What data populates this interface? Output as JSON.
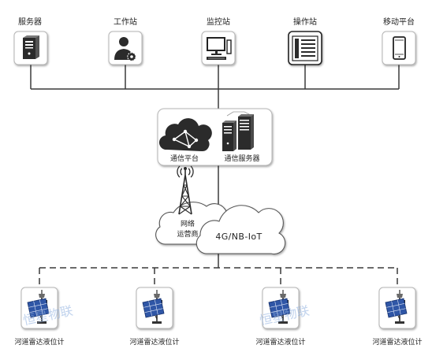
{
  "top_nodes": [
    {
      "label": "服务器",
      "icon": "server-icon"
    },
    {
      "label": "工作站",
      "icon": "workstation-user-icon"
    },
    {
      "label": "监控站",
      "icon": "desktop-computer-icon"
    },
    {
      "label": "操作站",
      "icon": "operation-list-icon"
    },
    {
      "label": "移动平台",
      "icon": "mobile-phone-icon"
    }
  ],
  "comm_box": {
    "platform_label": "通信平台",
    "platform_icon": "network-cloud-icon",
    "server_label": "通信服务器",
    "server_icon": "server-rack-icon"
  },
  "network": {
    "tower_icon": "cell-tower-icon",
    "operator_line1": "网络",
    "operator_line2": "运营商",
    "protocol_label": "4G/NB-IoT"
  },
  "devices": [
    {
      "label": "河道雷达液位计",
      "icon": "radar-level-sensor-icon"
    },
    {
      "label": "河道雷达液位计",
      "icon": "radar-level-sensor-icon"
    },
    {
      "label": "河道雷达液位计",
      "icon": "radar-level-sensor-icon"
    },
    {
      "label": "河道雷达液位计",
      "icon": "radar-level-sensor-icon"
    }
  ],
  "watermark": "恒星物联",
  "colors": {
    "background": "#ffffff",
    "line": "#3a3a3a",
    "icon_dark": "#2b2b2b",
    "box_border": "#b5b5b5",
    "solar_panel": "#2f56a6",
    "watermark": "#8fb0e0"
  }
}
